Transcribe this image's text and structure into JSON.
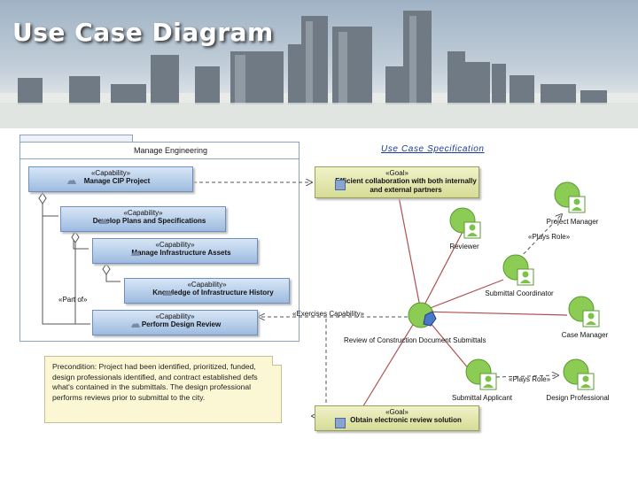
{
  "header": {
    "title": "Use Case Diagram"
  },
  "spec_link": "Use Case Specification",
  "frame": {
    "title": "Manage Engineering"
  },
  "capabilities": [
    {
      "stereotype": "«Capability»",
      "name": "Manage CIP Project"
    },
    {
      "stereotype": "«Capability»",
      "name": "Develop Plans and Specifications"
    },
    {
      "stereotype": "«Capability»",
      "name": "Manage Infrastructure Assets"
    },
    {
      "stereotype": "«Capability»",
      "name": "Knowledge of Infrastructure History"
    },
    {
      "stereotype": "«Capability»",
      "name": "Perform Design Review"
    }
  ],
  "goals": [
    {
      "stereotype": "«Goal»",
      "name": "Efficient collaboration with both internally and external partners"
    },
    {
      "stereotype": "«Goal»",
      "name": "Obtain electronic review solution"
    }
  ],
  "use_case": {
    "name": "Review of Construction Document Submittals"
  },
  "actors": [
    {
      "name": "Project Manager"
    },
    {
      "name": "Reviewer"
    },
    {
      "name": "Submittal Coordinator"
    },
    {
      "name": "Case Manager"
    },
    {
      "name": "Submittal Applicant"
    },
    {
      "name": "Design Professional"
    }
  ],
  "relations": {
    "part_of": "«Part of»",
    "exercises": "«Exercises Capability»",
    "plays_role_1": "«Plays Role»",
    "plays_role_2": "«Plays Role»"
  },
  "note": {
    "text": "Precondition: Project had been identified, prioritized, funded, design professionals identified, and contract established defs what's contained in the submittals. The design professional performs reviews prior to submittal to the city."
  },
  "colors": {
    "capability": "#9dbbe0",
    "goal": "#d6dc96",
    "actor": "#7cc24a",
    "note": "#fbf7d4",
    "association": "#b05050"
  }
}
